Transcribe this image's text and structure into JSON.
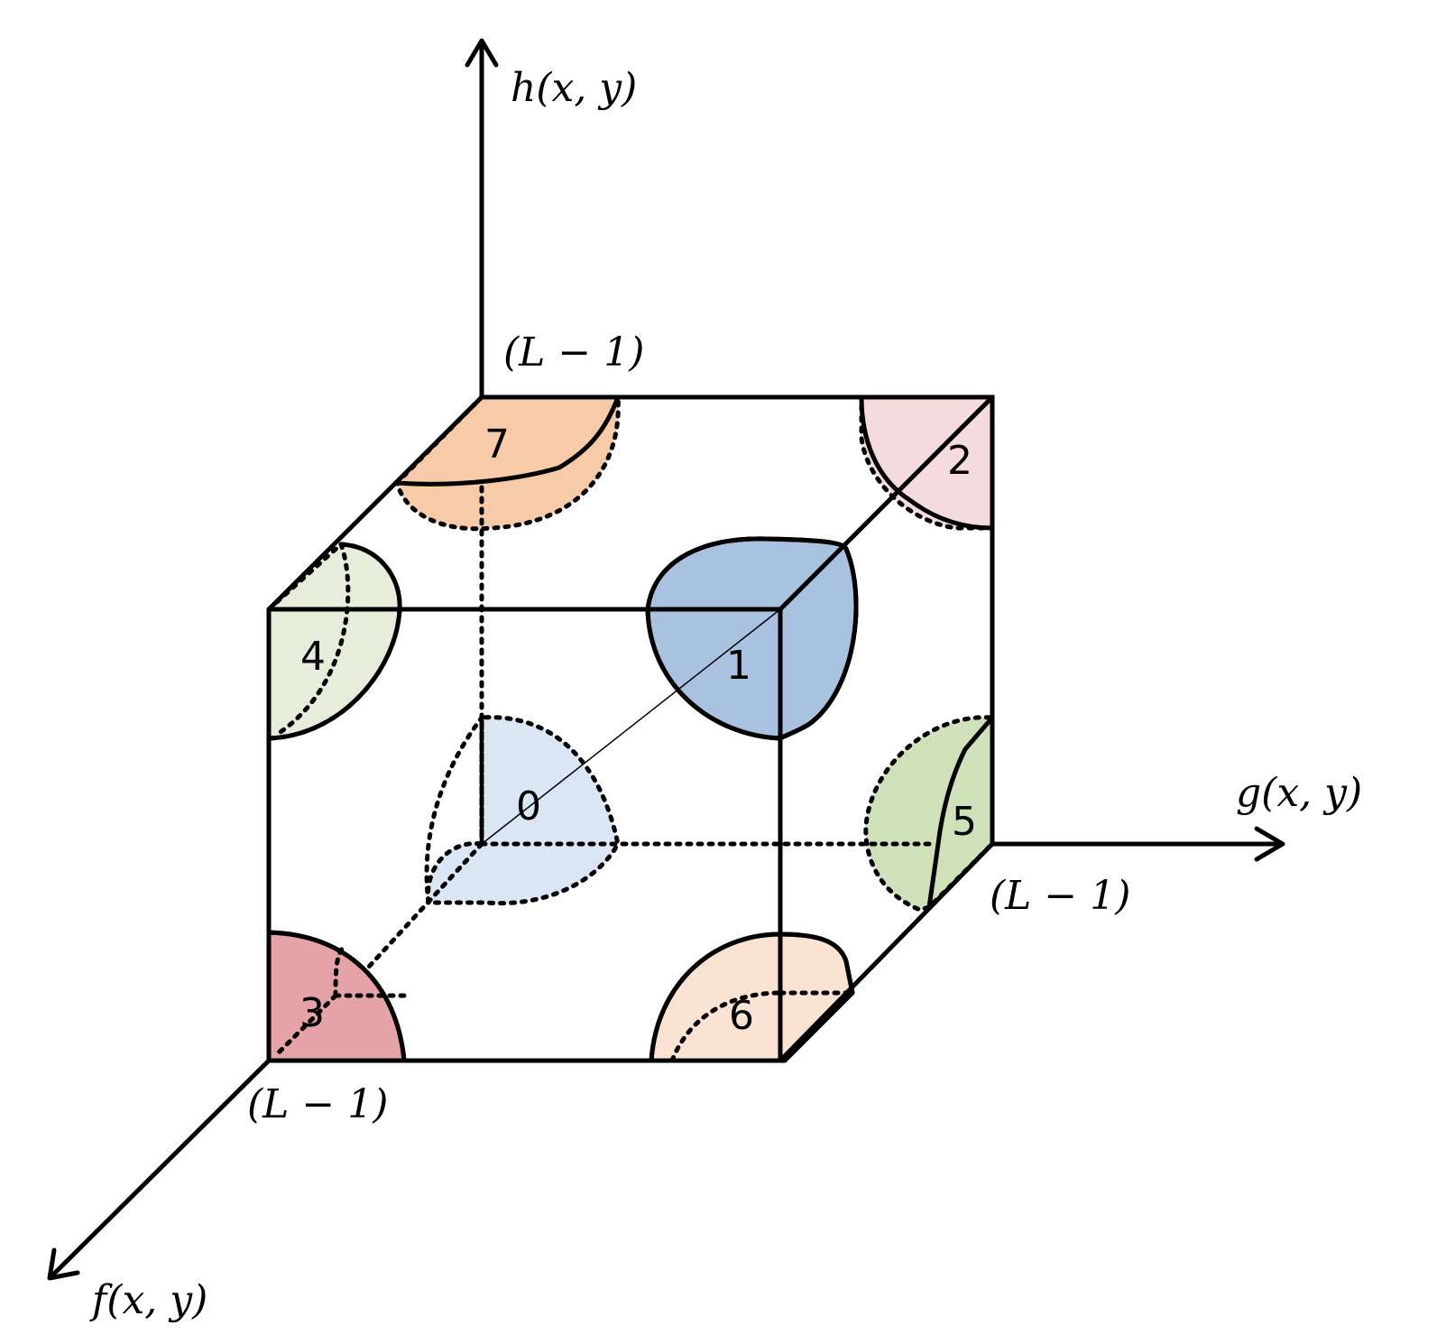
{
  "axes": {
    "h_label": "h(x, y)",
    "g_label": "g(x, y)",
    "f_label": "f(x, y)",
    "h_max": "(L − 1)",
    "g_max": "(L − 1)",
    "f_max": "(L − 1)"
  },
  "regions": [
    {
      "id": "0",
      "color": "#dae6f3"
    },
    {
      "id": "1",
      "color": "#a9c2df"
    },
    {
      "id": "2",
      "color": "#f5dbdd"
    },
    {
      "id": "3",
      "color": "#e5a3a7"
    },
    {
      "id": "4",
      "color": "#e6eedb"
    },
    {
      "id": "5",
      "color": "#cfe1b9"
    },
    {
      "id": "6",
      "color": "#fbe3d3"
    },
    {
      "id": "7",
      "color": "#f8cba8"
    }
  ]
}
